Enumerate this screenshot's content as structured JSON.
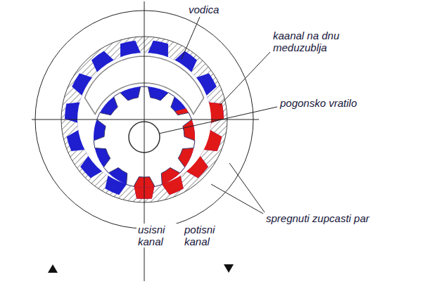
{
  "diagram": {
    "labels": [
      "vodica",
      "kaanal na dnu meduzublja",
      "pogonsko vratilo",
      "spregnuti zupcasti par",
      "usisni kanal",
      "potisni kanal"
    ]
  }
}
